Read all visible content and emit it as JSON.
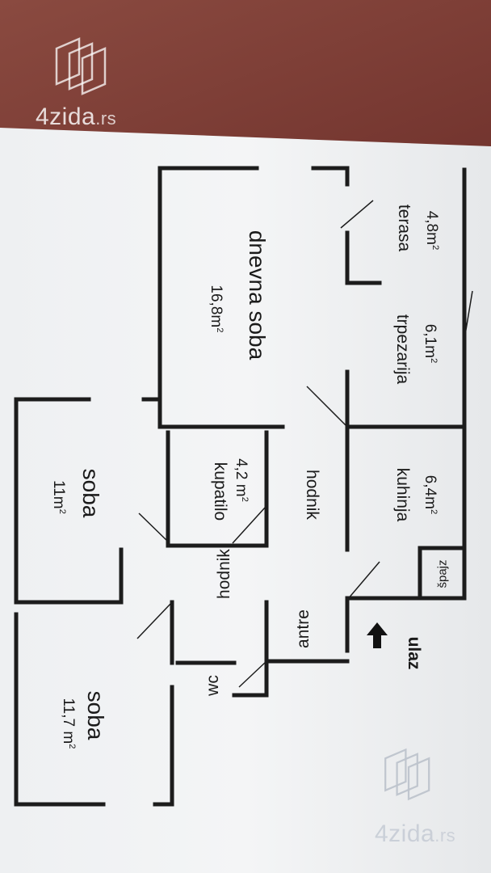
{
  "watermark": {
    "brand": "4zida",
    "tld": ".rs",
    "logo_icon": "4zida-cube-logo-icon"
  },
  "plan": {
    "rooms": {
      "soba_1": {
        "name": "soba",
        "area": "11,7 m",
        "area_sup": "2"
      },
      "soba_2": {
        "name": "soba",
        "area": "11m",
        "area_sup": "2"
      },
      "dnevna_soba": {
        "name": "dnevna soba",
        "area": "16,8m",
        "area_sup": "2"
      },
      "kupatilo": {
        "name": "kupatilo",
        "area": "4,2 m",
        "area_sup": "2"
      },
      "hodnik_1": {
        "name": "hodnik"
      },
      "hodnik_2": {
        "name": "hodnik"
      },
      "wc": {
        "name": "wc"
      },
      "antre": {
        "name": "antre"
      },
      "kuhinja": {
        "name": "kuhinja",
        "area": "6,4m",
        "area_sup": "2"
      },
      "trpezarija": {
        "name": "trpezarija",
        "area": "6,1m",
        "area_sup": "2"
      },
      "terasa": {
        "name": "terasa",
        "area": "4,8m",
        "area_sup": "2"
      },
      "spajz": {
        "name": "špajz"
      }
    },
    "entrance": {
      "label": "ulaz",
      "icon": "arrow-up-icon"
    }
  }
}
